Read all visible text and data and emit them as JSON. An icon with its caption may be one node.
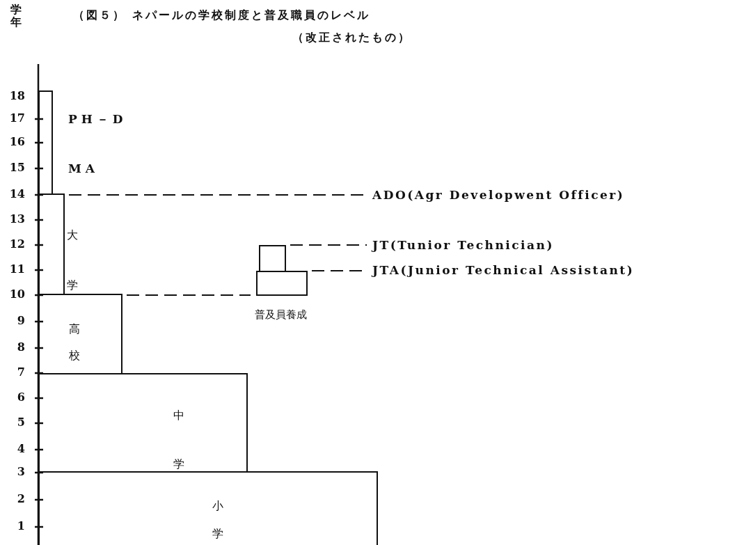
{
  "diagram": {
    "title": "（図５） ネパールの学校制度と普及職員のレベル",
    "nodes": [
      {
        "text": [],
        "shape": "box",
        "beside": [
          "PH－D",
          "MA"
        ]
      },
      {
        "text": [],
        "shape": "box",
        "beside": [
          "大学"
        ]
      },
      {
        "text": [
          "高校"
        ]
      },
      {
        "text": [
          "中学"
        ]
      },
      {
        "text": [
          "小学"
        ]
      },
      {
        "text": [],
        "shape": "box"
      },
      {
        "text": [],
        "shape": "box",
        "beside": [
          "普及員養成"
        ]
      },
      {
        "text": [
          "ADO(Agr Developwent Officer)"
        ]
      },
      {
        "text": [
          "JT(Tunior Technician)"
        ]
      },
      {
        "text": [
          "JTA(Junior Technical Assistant)"
        ]
      }
    ],
    "edges": [
      {
        "from": 1,
        "to": 7,
        "arrow": "none",
        "style": "dashed"
      },
      {
        "from": 5,
        "to": 8,
        "arrow": "none",
        "style": "dashed"
      },
      {
        "from": 6,
        "to": 9,
        "arrow": "none",
        "style": "dashed"
      },
      {
        "from": 2,
        "to": 6,
        "arrow": "none",
        "style": "dashed"
      }
    ],
    "labels": [
      "（改正されたもの）",
      "学年",
      "18",
      "17",
      "16",
      "15",
      "14",
      "13",
      "12",
      "11",
      "10",
      "9",
      "8",
      "7",
      "6",
      "5",
      "4",
      "3",
      "2",
      "1"
    ]
  }
}
